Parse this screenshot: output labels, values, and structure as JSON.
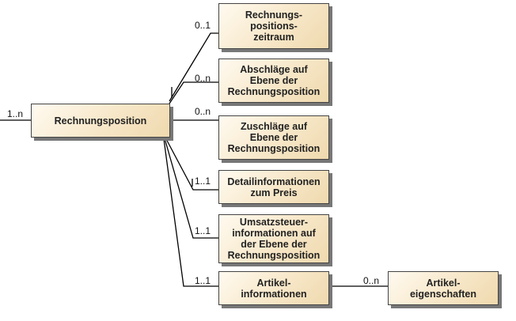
{
  "colors": {
    "box_fill": "#f7e7c8",
    "box_border": "#444444",
    "line": "#000000",
    "shadow": "#777777"
  },
  "diagram": {
    "root": {
      "label": "Rechnungsposition",
      "multiplicity": "1..n"
    },
    "children": [
      {
        "label": "Rechnungs-\npositions-\nzeitraum",
        "multiplicity": "0..1"
      },
      {
        "label": "Abschläge auf\nEbene der\nRechnungsposition",
        "multiplicity": "0..n"
      },
      {
        "label": "Zuschläge auf\nEbene der\nRechnungsposition",
        "multiplicity": "0..n"
      },
      {
        "label": "Detailinformationen\nzum Preis",
        "multiplicity": "1..1"
      },
      {
        "label": "Umsatzsteuer-\ninformationen auf\nder Ebene der\nRechnungsposition",
        "multiplicity": "1..1"
      },
      {
        "label": "Artikel-\ninformationen",
        "multiplicity": "1..1"
      }
    ],
    "grandchild": {
      "label": "Artikel-\neigenschaften",
      "multiplicity": "0..n"
    }
  }
}
